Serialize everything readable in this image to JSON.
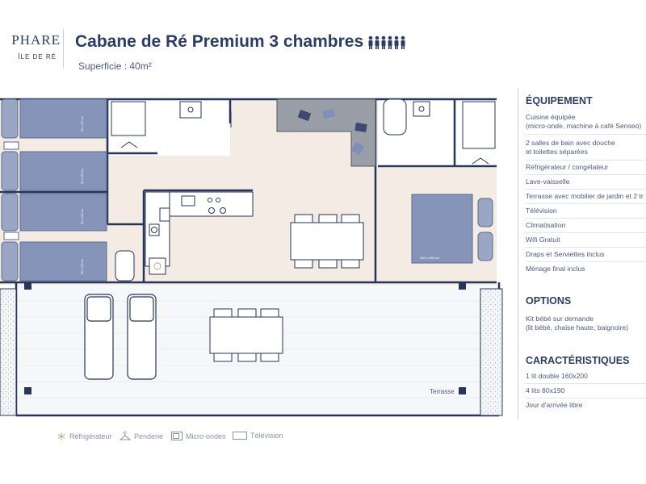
{
  "brand": {
    "name": "PHARE",
    "sub": "ÎLE DE RÉ"
  },
  "header": {
    "title": "Cabane de Ré Premium 3 chambres",
    "persons_icon": "six-person-icons",
    "surface": "Superficie : 40m²"
  },
  "plan": {
    "bed_label_single": "80 x 190 cm",
    "bed_label_double": "160 x 200 cm",
    "terrace_label": "Terrasse"
  },
  "panel": {
    "equipment": {
      "title": "ÉQUIPEMENT",
      "items": [
        "Cuisine équipée",
        "(micro-onde, machine à café Senseo)",
        "2 salles de bain avec douche",
        "et toilettes séparées",
        "Réfrigérateur / congélateur",
        "Lave-vaisselle",
        "Terrasse avec mobilier de jardin et 2 tr",
        "Télévision",
        "Climatisation",
        "Wifi Gratuit",
        "Draps et Serviettes inclus",
        "Ménage final inclus"
      ]
    },
    "options": {
      "title": "OPTIONS",
      "items": [
        "Kit bébé sur demande",
        "(lit bébé, chaise haute, baignoire)"
      ]
    },
    "features": {
      "title": "CARACTÉRISTIQUES",
      "items": [
        "1 lit double 160x200",
        "4 lits 80x190",
        "Jour d'arrivée libre"
      ]
    }
  },
  "legend": {
    "fridge": "Réfrigérateur",
    "wardrobe": "Penderie",
    "microwave": "Micro-ondes",
    "tv": "Télévision"
  },
  "colors": {
    "navy": "#2c3d63",
    "bed": "#8594b8",
    "wall": "#253659",
    "floor": "#f4ebe4",
    "deck": "#f5f6f8",
    "sofa": "#9a9ea6"
  }
}
